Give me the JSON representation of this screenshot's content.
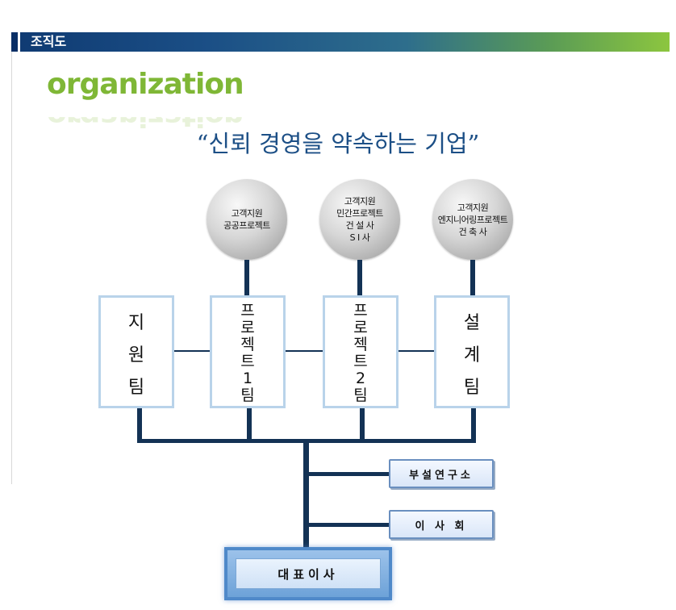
{
  "header": {
    "title": "조직도"
  },
  "heading": {
    "word": "organization"
  },
  "slogan": "“신뢰 경영을 약속하는 기업”",
  "circles": [
    {
      "lines": [
        "고객지원",
        "공공프로젝트"
      ]
    },
    {
      "lines": [
        "고객지원",
        "민간프로젝트",
        "건 설 사",
        "S I 사"
      ]
    },
    {
      "lines": [
        "고객지원",
        "엔지니어링프로젝트",
        "건 축 사"
      ]
    }
  ],
  "teams": [
    {
      "chars": [
        "지",
        "원",
        "팀"
      ]
    },
    {
      "chars": [
        "프",
        "로",
        "젝",
        "트",
        "1",
        "팀"
      ]
    },
    {
      "chars": [
        "프",
        "로",
        "젝",
        "트",
        "2",
        "팀"
      ]
    },
    {
      "chars": [
        "설",
        "계",
        "팀"
      ]
    }
  ],
  "side_units": {
    "research": "부설연구소",
    "board": "이 사 회"
  },
  "ceo": "대표이사"
}
